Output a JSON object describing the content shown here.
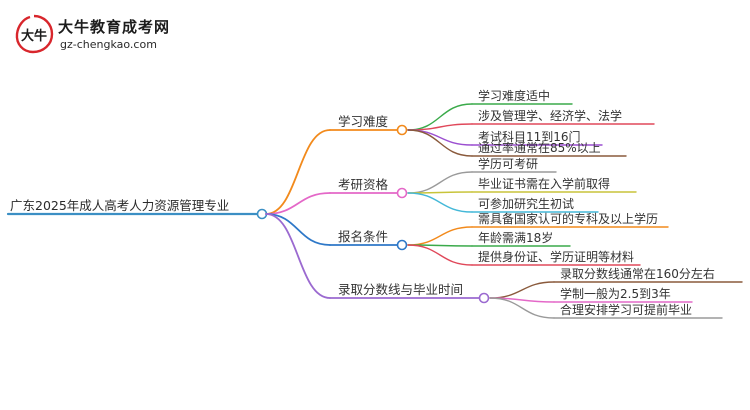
{
  "logo": {
    "title": "大牛教育成考网",
    "url": "gz-chengkao.com",
    "mark_text": "大牛"
  },
  "mindmap": {
    "root": "广东2025年成人高考人力资源管理专业",
    "branches": [
      {
        "label": "学习难度",
        "color": "#f28a1c",
        "leaves": [
          {
            "text": "学习难度适中",
            "color": "#3aaa4a"
          },
          {
            "text": "涉及管理学、经济学、法学",
            "color": "#e0485a"
          },
          {
            "text": "考试科目11到16门",
            "color": "#9b4fd0"
          },
          {
            "text": "通过率通常在85%以上",
            "color": "#8a5a3c"
          }
        ]
      },
      {
        "label": "考研资格",
        "color": "#e468c8",
        "leaves": [
          {
            "text": "学历可考研",
            "color": "#9a9a9a"
          },
          {
            "text": "毕业证书需在入学前取得",
            "color": "#c8c43a"
          },
          {
            "text": "可参加研究生初试",
            "color": "#44b8d8"
          }
        ]
      },
      {
        "label": "报名条件",
        "color": "#2e78c8",
        "leaves": [
          {
            "text": "需具备国家认可的专科及以上学历",
            "color": "#f28a1c"
          },
          {
            "text": "年龄需满18岁",
            "color": "#3aaa4a"
          },
          {
            "text": "提供身份证、学历证明等材料",
            "color": "#e0485a"
          }
        ]
      },
      {
        "label": "录取分数线与毕业时间",
        "color": "#9b6ad0",
        "leaves": [
          {
            "text": "录取分数线通常在160分左右",
            "color": "#8a5a3c"
          },
          {
            "text": "学制一般为2.5到3年",
            "color": "#e468c8"
          },
          {
            "text": "合理安排学习可提前毕业",
            "color": "#9a9a9a"
          }
        ]
      }
    ]
  }
}
